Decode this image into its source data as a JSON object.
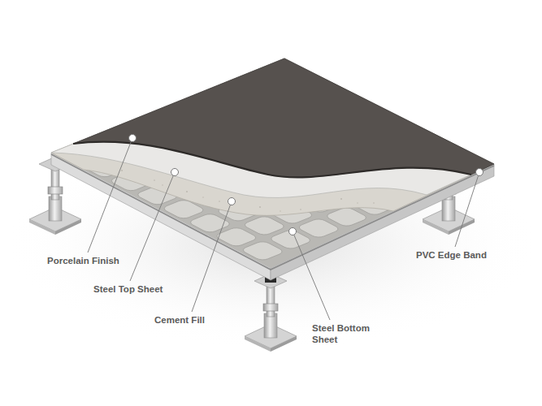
{
  "diagram": {
    "labels": [
      "Porcelain Finish",
      "Steel Top Sheet",
      "Cement Fill",
      "Steel Bottom Sheet",
      "PVC Edge Band"
    ]
  }
}
